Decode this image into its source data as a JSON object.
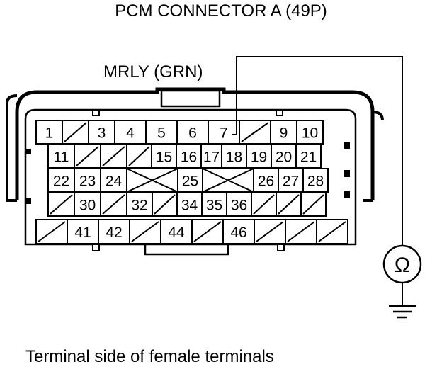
{
  "title": "PCM CONNECTOR A (49P)",
  "wire_label": "MRLY (GRN)",
  "caption": "Terminal side of female terminals",
  "meter_symbol": "Ω",
  "rows": [
    [
      "1",
      "",
      "3",
      "4",
      "5",
      "6",
      "7",
      "",
      "9",
      "10"
    ],
    [
      "11",
      "",
      "",
      "",
      "15",
      "16",
      "17",
      "18",
      "19",
      "20",
      "21"
    ],
    [
      "22",
      "23",
      "24",
      "X",
      "X",
      "25",
      "X",
      "X",
      "26",
      "27",
      "28"
    ],
    [
      "",
      "30",
      "",
      "32",
      "",
      "34",
      "35",
      "36",
      "",
      "",
      ""
    ],
    [
      "",
      "41",
      "42",
      "",
      "44",
      "",
      "46",
      "",
      "",
      ""
    ]
  ],
  "probe_terminal": "7",
  "colors": {
    "line": "#000000",
    "background": "#ffffff"
  }
}
